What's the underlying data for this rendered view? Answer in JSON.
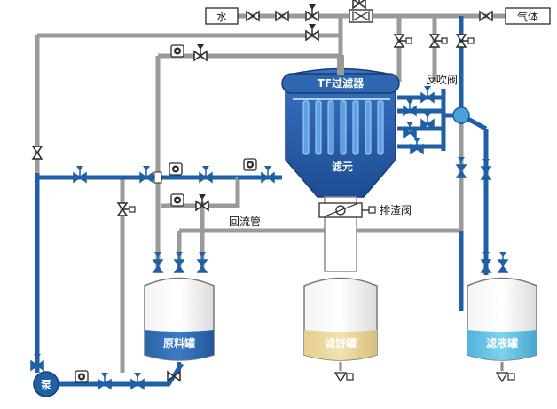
{
  "labels": {
    "water": "水",
    "gas": "气体",
    "backflush_valve": "反吹阀",
    "filter_title": "TF过滤器",
    "filter_element": "滤元",
    "slag_valve": "排渣阀",
    "return_pipe": "回流管",
    "raw_tank": "原料罐",
    "cake_tank": "滤饼罐",
    "filtrate_tank": "滤液罐",
    "pump": "泵"
  },
  "colors": {
    "process_pipe": "#1f5fa5",
    "utility_pipe": "#9a9a9a",
    "filter_body": "#2457a0",
    "raw_liquid": "#2e6db3",
    "cake": "#e8d49a",
    "filtrate": "#5fc0e0",
    "valve": "#2a2a2a"
  }
}
